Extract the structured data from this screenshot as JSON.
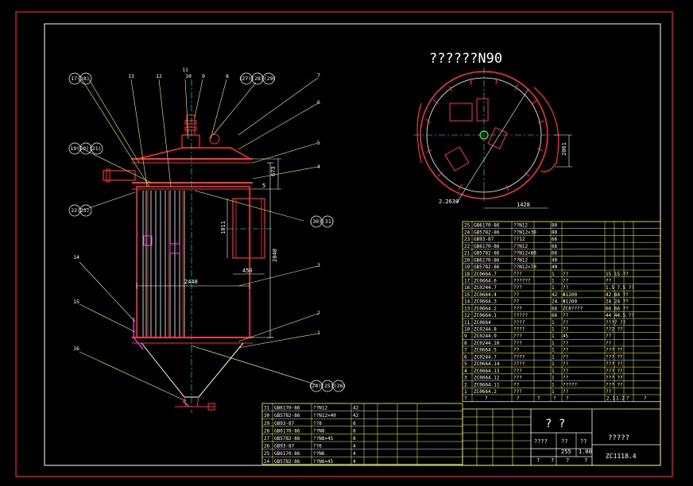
{
  "drawing": {
    "view_title": "??????N90",
    "title_block": {
      "name": "? ?",
      "drawing_no": "ZC1118.4",
      "company": "?????",
      "row1": [
        "????",
        "??",
        "??"
      ],
      "row2": [
        "?",
        "?",
        "?",
        "?"
      ],
      "scale": "255",
      "weight": "1.00"
    },
    "balloons_left": [
      "17(18)",
      "19(20)(21)",
      "22(23)",
      "14",
      "15",
      "16"
    ],
    "balloons_top": [
      "13",
      "12",
      "11",
      "10",
      "9",
      "8",
      "(27)(28)(29)"
    ],
    "balloons_right": [
      "7",
      "6",
      "5",
      "4",
      "3",
      "2",
      "1",
      "(30)(31)",
      "(24)(25)(26)"
    ],
    "dimensions": {
      "diameter": "2448",
      "height": "2040",
      "small_h": "673",
      "nozzle_w": "450",
      "nozzle_h": "1011",
      "top_view_dim": "2.2630",
      "top_view_w": "1428",
      "top_view_h": "2061",
      "flange": "5"
    }
  },
  "bom_main": {
    "rows": [
      [
        "25",
        "GB6170-86",
        "??N12",
        "80",
        "",
        "",
        ""
      ],
      [
        "24",
        "GB5782-86",
        "??N12×30",
        "80",
        "",
        "",
        ""
      ],
      [
        "23",
        "GB93-87",
        "??12",
        "66",
        "",
        "",
        ""
      ],
      [
        "22",
        "GB6170-86",
        "??N12",
        "66",
        "",
        "",
        ""
      ],
      [
        "21",
        "GB5782-86",
        "??N12×80",
        "66",
        "",
        "",
        ""
      ],
      [
        "20",
        "GB6170-86",
        "??N12",
        "40",
        "",
        "",
        ""
      ],
      [
        "19",
        "GB5782-86",
        "??N12×70",
        "40",
        "",
        "",
        ""
      ],
      [
        "18",
        "ZC0664.7",
        "???",
        "1",
        "??",
        "",
        "15 15 ??"
      ],
      [
        "17",
        "ZC0664.6",
        "??????",
        "1",
        "??",
        "",
        "??"
      ],
      [
        "16",
        "ZC0244.7",
        "???",
        "1",
        "??",
        "",
        "1.5 7.5 ??"
      ],
      [
        "15",
        "ZC0664.4",
        "??",
        "42",
        "Φ1200",
        "",
        "42 84 ??"
      ],
      [
        "14",
        "ZC0664.3",
        "??",
        "24",
        "Φ1200",
        "",
        "24 24 ??"
      ],
      [
        "13",
        "ZC0664.2",
        "???",
        "66",
        "ZC0????",
        "",
        "66 66 ??"
      ],
      [
        "12",
        "ZC0664.1",
        "?????",
        "66",
        "??",
        "",
        "44 44.5 ??"
      ],
      [
        "11",
        "ZC0664",
        "????",
        "1",
        "??",
        "",
        "???? ??"
      ],
      [
        "10",
        "ZC0244.8",
        "????",
        "1",
        "??",
        "",
        "??2 ??"
      ],
      [
        "9",
        "ZC0244.9",
        "???",
        "1",
        "45",
        "",
        "??"
      ],
      [
        "8",
        "ZC0244.10",
        "???",
        "1",
        "??",
        "",
        "??"
      ],
      [
        "7",
        "ZC0664.5",
        "??",
        "1",
        "??",
        "",
        "??? ??"
      ],
      [
        "6",
        "ZC0244.7",
        "????",
        "1",
        "??",
        "",
        "??? ??"
      ],
      [
        "5",
        "ZC0664.14",
        "????",
        "1",
        "??",
        "",
        "??? ??"
      ],
      [
        "4",
        "ZC0664.13",
        "???",
        "1",
        "??",
        "",
        "??? ??"
      ],
      [
        "3",
        "ZC0664.12",
        "???",
        "1",
        "??",
        "",
        "??? ??"
      ],
      [
        "2",
        "ZC0664.11",
        "??",
        "1",
        "?????",
        "",
        "??? ??"
      ],
      [
        "1",
        "ZC0664.2",
        "???",
        "1",
        "??",
        "",
        "??"
      ]
    ],
    "header": [
      "?",
      "?",
      "?",
      "?",
      "?",
      "?",
      "2.1",
      "1.2",
      "?",
      "?"
    ]
  },
  "bom_lower": {
    "rows": [
      [
        "31",
        "GB6170-86",
        "??N12",
        "42"
      ],
      [
        "30",
        "GB5782-86",
        "??N12×40",
        "42"
      ],
      [
        "29",
        "GB93-87",
        "??8",
        "8"
      ],
      [
        "28",
        "GB6170-86",
        "??N8",
        "8"
      ],
      [
        "27",
        "GB5782-86",
        "??N8×45",
        "8"
      ],
      [
        "26",
        "GB93-87",
        "??6",
        "4"
      ],
      [
        "25",
        "GB6170-86",
        "??N6",
        "4"
      ],
      [
        "24",
        "GB5782-86",
        "??N6×45",
        "4"
      ]
    ]
  }
}
